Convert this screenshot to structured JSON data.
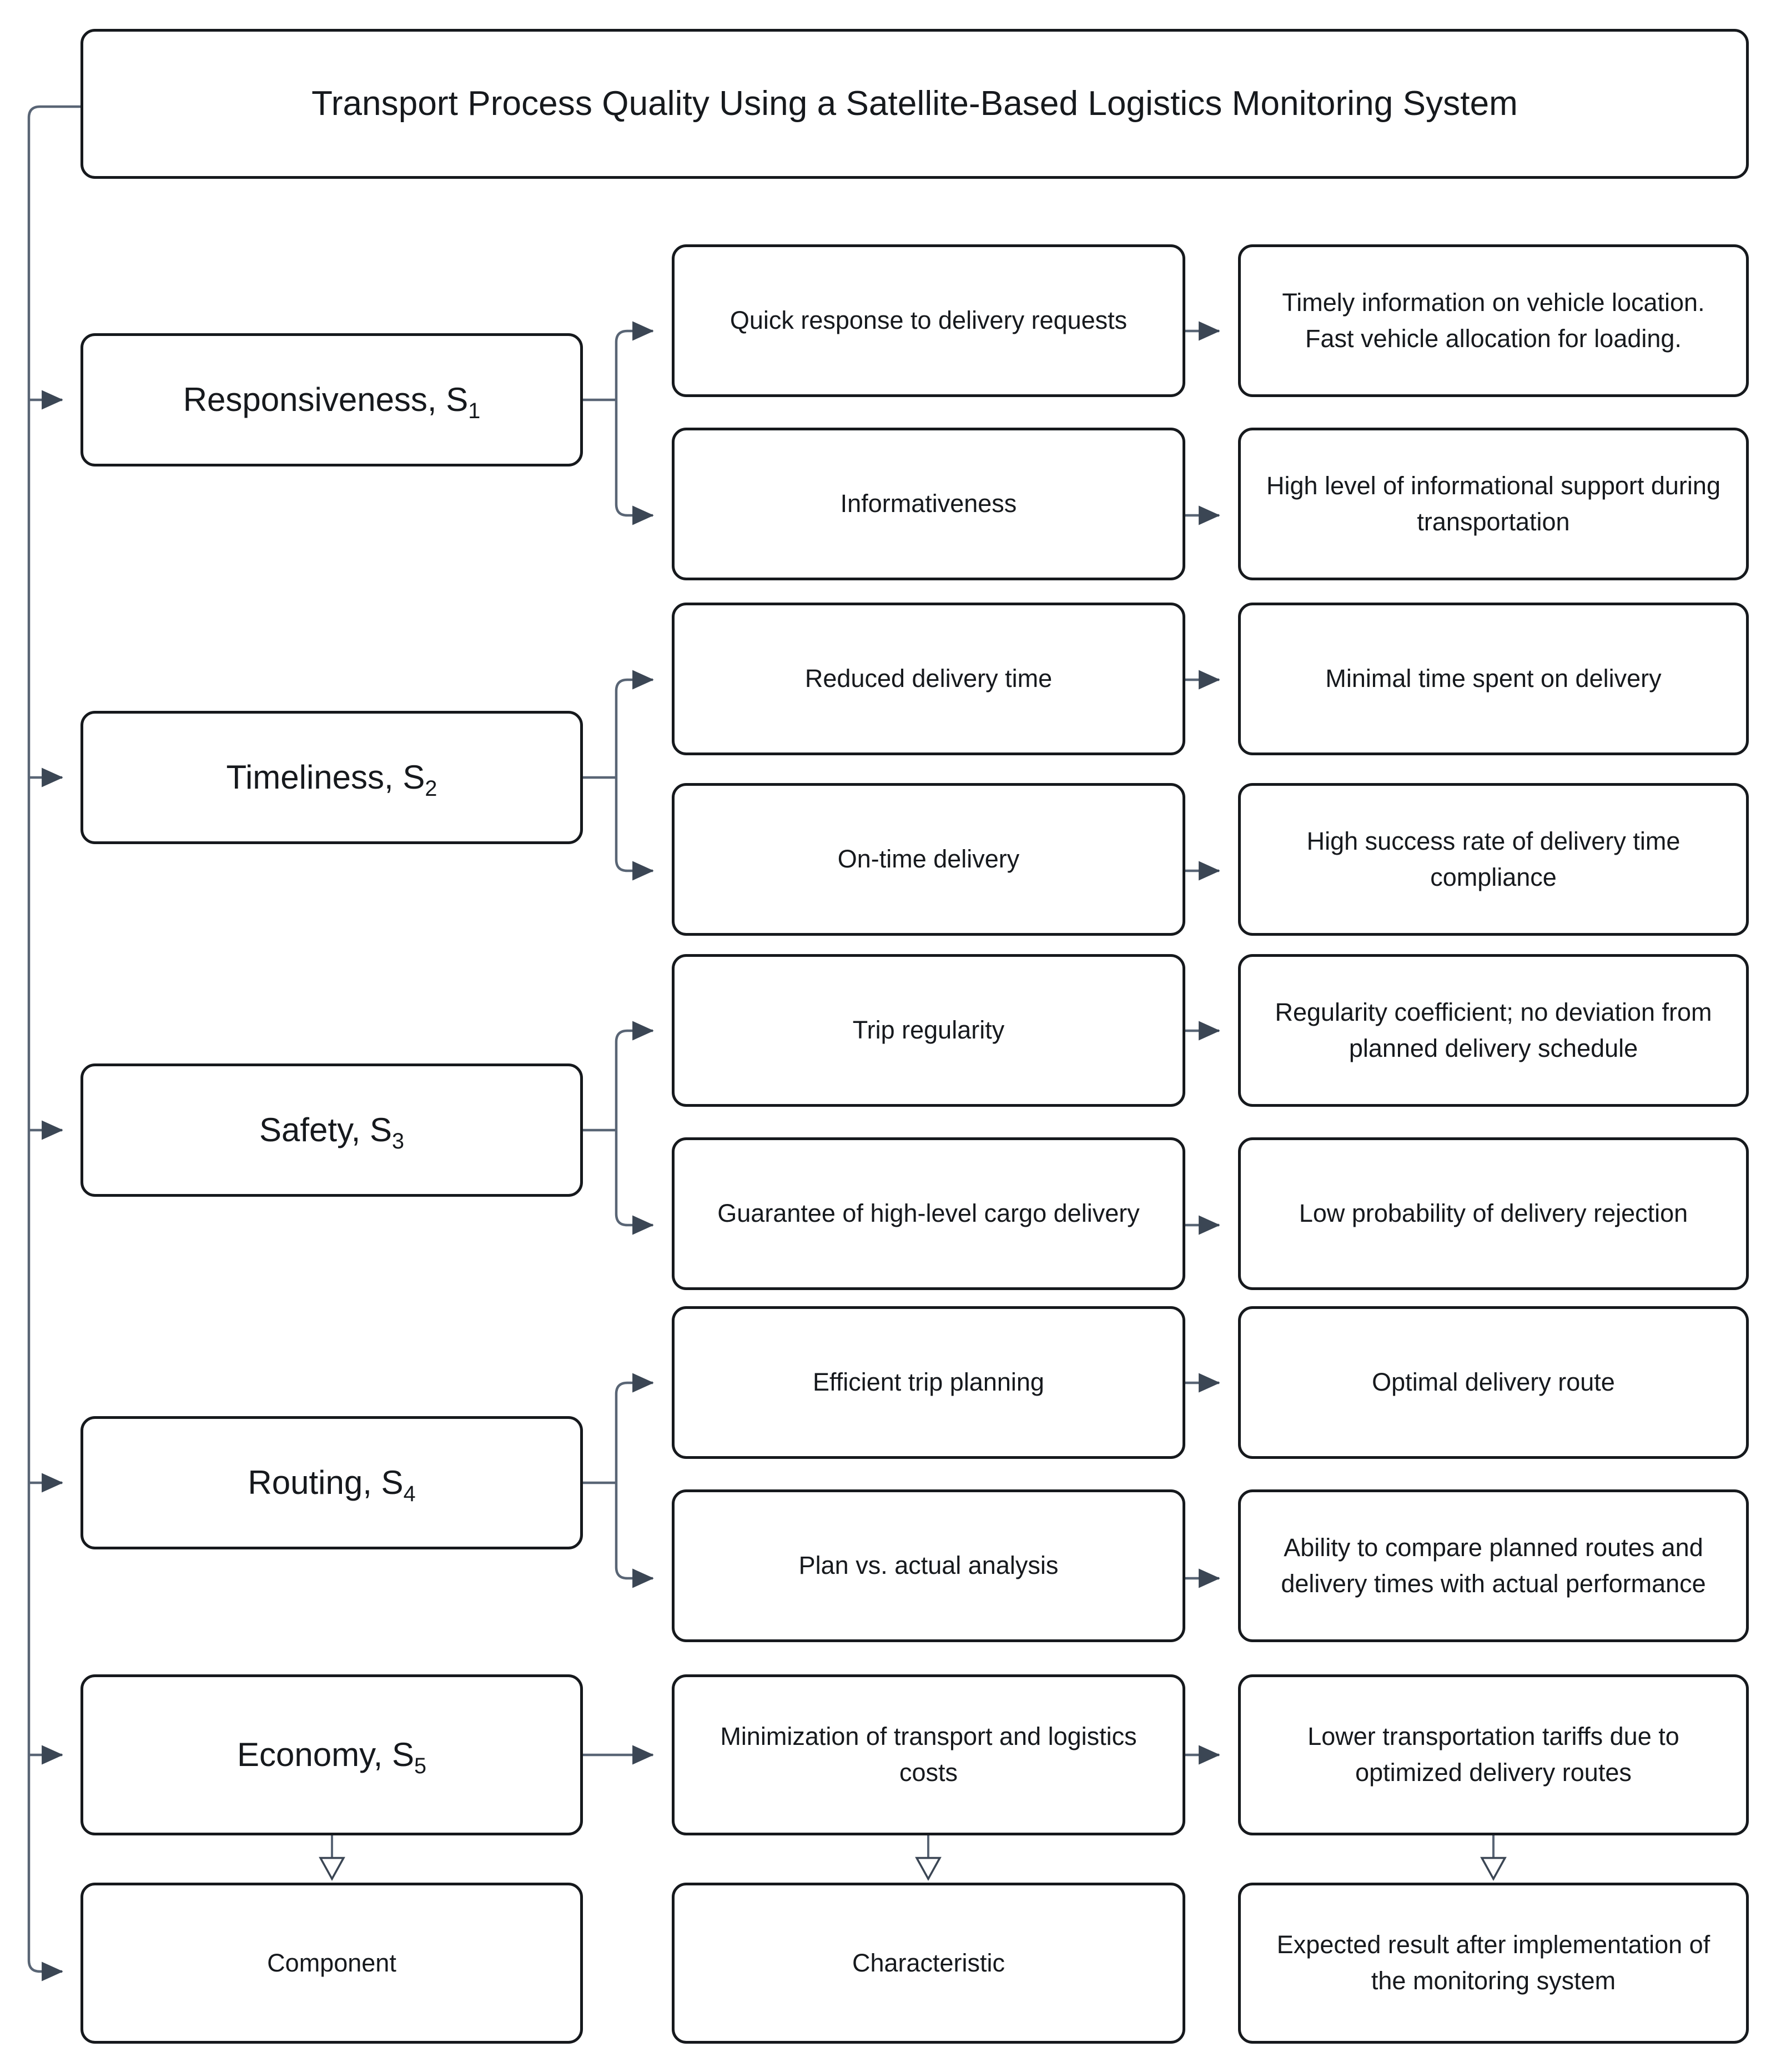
{
  "diagram": {
    "title": "Transport Process Quality Using a Satellite-Based Logistics Monitoring System",
    "columns": {
      "component": "Component",
      "characteristic": "Characteristic",
      "expected_result": "Expected result after implementation of the monitoring system"
    },
    "rows": [
      {
        "component": "Responsiveness, S",
        "component_sub": "1",
        "items": [
          {
            "characteristic": "Quick response to delivery requests",
            "result": "Timely information on vehicle location. Fast vehicle allocation for loading."
          },
          {
            "characteristic": "Informativeness",
            "result": "High level of informational support during transportation"
          }
        ]
      },
      {
        "component": "Timeliness, S",
        "component_sub": "2",
        "items": [
          {
            "characteristic": "Reduced delivery time",
            "result": "Minimal time spent on delivery"
          },
          {
            "characteristic": "On-time delivery",
            "result": "High success rate of delivery time compliance"
          }
        ]
      },
      {
        "component": "Safety, S",
        "component_sub": "3",
        "items": [
          {
            "characteristic": "Trip regularity",
            "result": "Regularity coefficient; no deviation from planned delivery schedule"
          },
          {
            "characteristic": "Guarantee of high-level cargo delivery",
            "result": "Low probability of delivery rejection"
          }
        ]
      },
      {
        "component": "Routing, S",
        "component_sub": "4",
        "items": [
          {
            "characteristic": "Efficient trip planning",
            "result": "Optimal delivery route"
          },
          {
            "characteristic": "Plan vs. actual analysis",
            "result": "Ability to compare planned routes and delivery times with actual performance"
          }
        ]
      },
      {
        "component": "Economy, S",
        "component_sub": "5",
        "items": [
          {
            "characteristic": "Minimization of transport and logistics costs",
            "result": "Lower transportation tariffs due to optimized delivery routes"
          }
        ]
      }
    ],
    "colors": {
      "box_border": "#16191d",
      "connector": "#596575",
      "arrowhead": "#3b4654",
      "background": "#ffffff",
      "text": "#16191d"
    }
  }
}
